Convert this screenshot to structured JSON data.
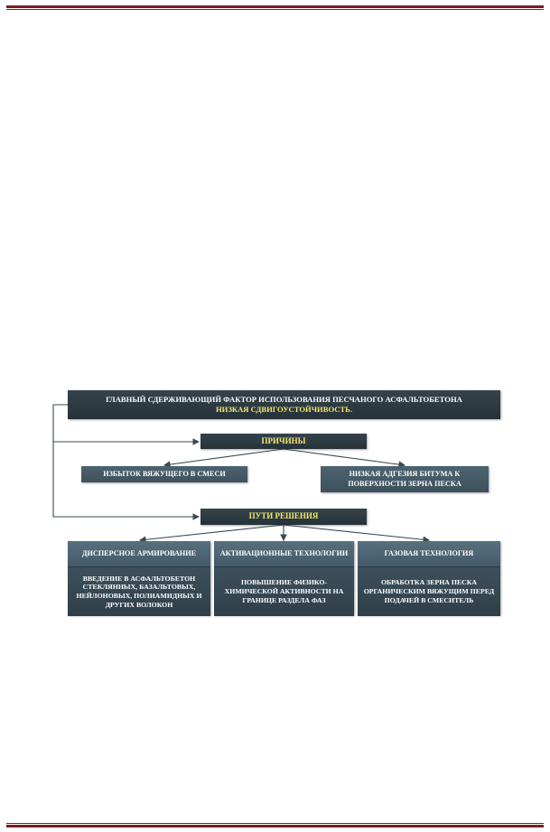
{
  "header": {
    "main_text": "ГЛАВНЫЙ СДЕРЖИВАЮЩИЙ ФАКТОР ИСПОЛЬЗОВАНИЯ ПЕСЧАНОГО АСФАЛЬТОБЕТОНА",
    "main_highlight": "НИЗКАЯ СДВИГОУСТОЙЧИВОСТЬ."
  },
  "causes": {
    "title": "ПРИЧИНЫ",
    "items": [
      "ИЗБЫТОК ВЯЖУЩЕГО В СМЕСИ",
      "НИЗКАЯ АДГЕЗИЯ БИТУМА К ПОВЕРХНОСТИ ЗЕРНА ПЕСКА"
    ]
  },
  "solutions": {
    "title": "ПУТИ РЕШЕНИЯ",
    "items": [
      {
        "title": "ДИСПЕРСНОЕ АРМИРОВАНИЕ",
        "text": "ВВЕДЕНИЕ В АСФАЛЬТОБЕТОН СТЕКЛЯННЫХ, БАЗАЛЬТОВЫХ, НЕЙЛОНОВЫХ, ПОЛИАМИДНЫХ И ДРУГИХ ВОЛОКОН"
      },
      {
        "title": "АКТИВАЦИОННЫЕ ТЕХНОЛОГИИ",
        "text": "ПОВЫШЕНИЕ ФИЗИКО-ХИМИЧЕСКОЙ АКТИВНОСТИ НА ГРАНИЦЕ РАЗДЕЛА ФАЗ"
      },
      {
        "title": "ГАЗОВАЯ ТЕХНОЛОГИЯ",
        "text": "ОБРАБОТКА ЗЕРНА ПЕСКА ОРГАНИЧЕСКИМ ВЯЖУЩИМ ПЕРЕД ПОДАЧЕЙ В СМЕСИТЕЛЬ"
      }
    ]
  },
  "colors": {
    "rule": "#7a1f1f",
    "box_dark": "#2b3840",
    "box_mid": "#45596a",
    "highlight": "#f4e96b"
  }
}
